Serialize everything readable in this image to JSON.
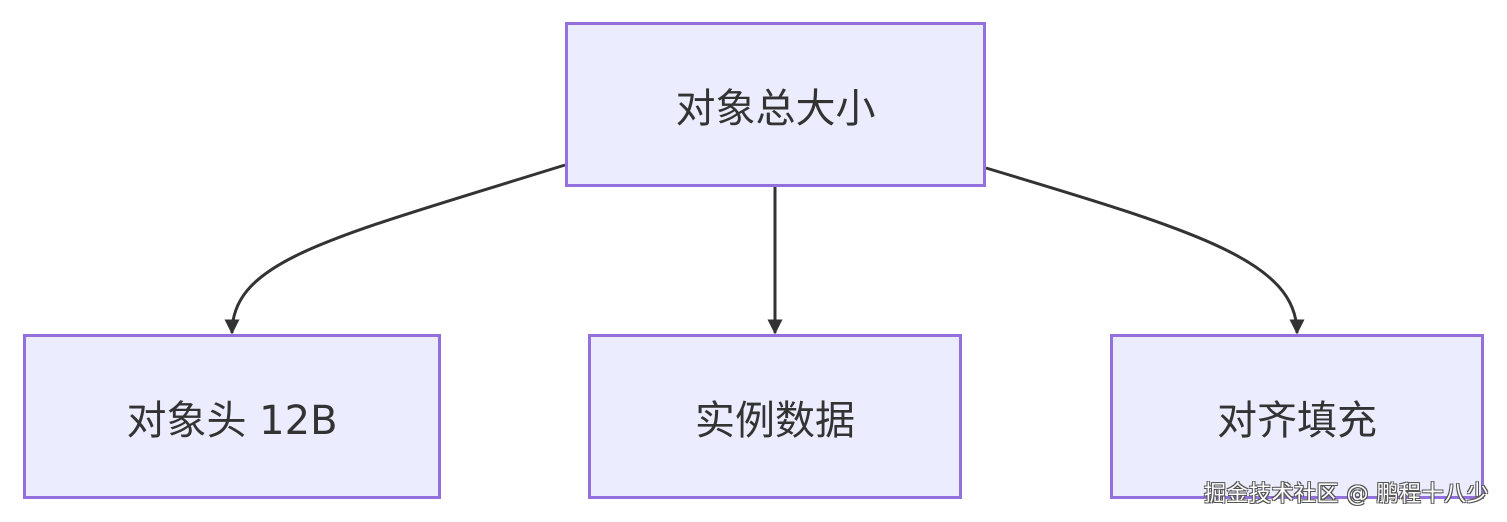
{
  "diagram": {
    "nodes": {
      "root": "对象总大小",
      "object_header": "对象头 12B",
      "instance_data": "实例数据",
      "alignment_padding": "对齐填充"
    },
    "edges": [
      {
        "from": "root",
        "to": "object_header"
      },
      {
        "from": "root",
        "to": "instance_data"
      },
      {
        "from": "root",
        "to": "alignment_padding"
      }
    ],
    "colors": {
      "node_fill": "#ECECFF",
      "node_border": "#9370DB",
      "edge": "#333333",
      "text": "#333333"
    }
  },
  "watermark": "掘金技术社区 @ 鹏程十八少"
}
